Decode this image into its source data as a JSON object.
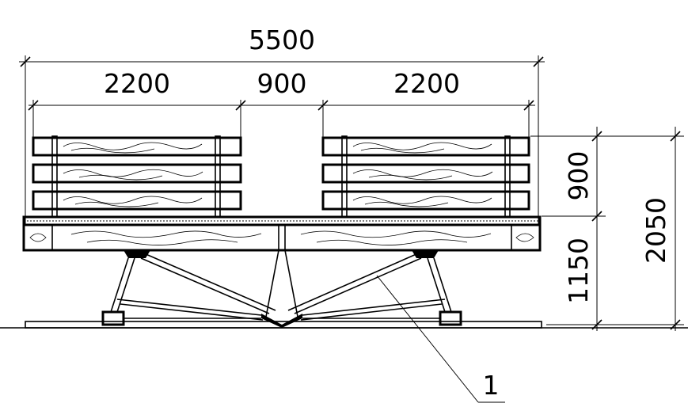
{
  "dimensions": {
    "overall_width": "5500",
    "left_section": "2200",
    "gap": "900",
    "right_section": "2200",
    "load_height": "900",
    "support_height": "1150",
    "total_height": "2050"
  },
  "callouts": {
    "item_1": "1"
  },
  "colors": {
    "line": "#000000",
    "background": "#ffffff"
  }
}
